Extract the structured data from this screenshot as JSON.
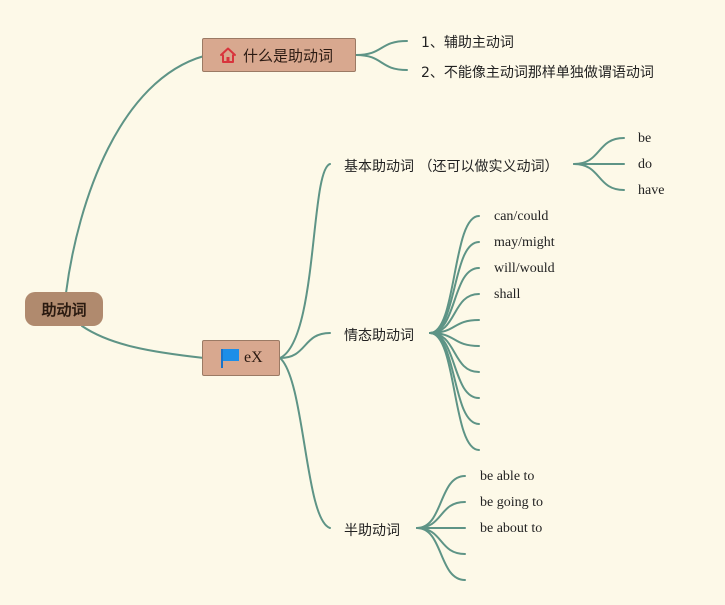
{
  "colors": {
    "background": "#fdf9e8",
    "connector": "#5e9486",
    "root": "#b08a6e",
    "topic": "#d8a88f"
  },
  "root": {
    "label": "助动词"
  },
  "topic1": {
    "icon": "house-icon",
    "label": "什么是助动词",
    "children": [
      "1、辅助主动词",
      "2、不能像主动词那样单独做谓语动词"
    ]
  },
  "topic2": {
    "icon": "flag-icon",
    "label": "eX",
    "groups": [
      {
        "label": "基本助动词 （还可以做实义动词）",
        "children": [
          "be",
          "do",
          "have"
        ]
      },
      {
        "label": "情态助动词",
        "children": [
          "can/could",
          "may/might",
          "will/would",
          "shall",
          "",
          "",
          "",
          "",
          "",
          ""
        ]
      },
      {
        "label": "半助动词",
        "children": [
          "be able to",
          "be going to",
          "be about to",
          "",
          ""
        ]
      }
    ]
  }
}
